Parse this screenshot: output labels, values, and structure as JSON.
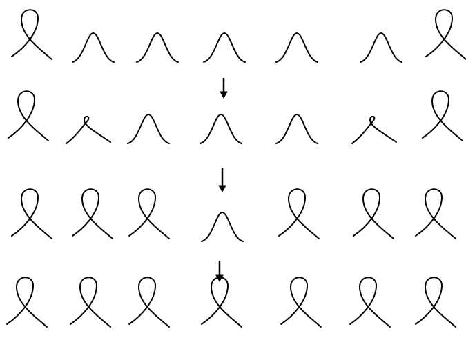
{
  "figure": {
    "stroke_color": "#000000",
    "background": "#ffffff",
    "row_count": 4,
    "shapes_per_row": 7,
    "arrow_direction": "down",
    "rows": [
      {
        "shapes": [
          "loop",
          "peak",
          "peak",
          "peak",
          "peak",
          "peak",
          "loop"
        ]
      },
      {
        "shapes": [
          "loop",
          "small-loop",
          "peak",
          "peak",
          "peak",
          "small-loop",
          "loop"
        ]
      },
      {
        "shapes": [
          "loop",
          "loop",
          "loop",
          "peak",
          "loop",
          "loop",
          "loop"
        ]
      },
      {
        "shapes": [
          "loop",
          "loop",
          "loop",
          "loop",
          "loop",
          "loop",
          "loop"
        ]
      }
    ]
  }
}
